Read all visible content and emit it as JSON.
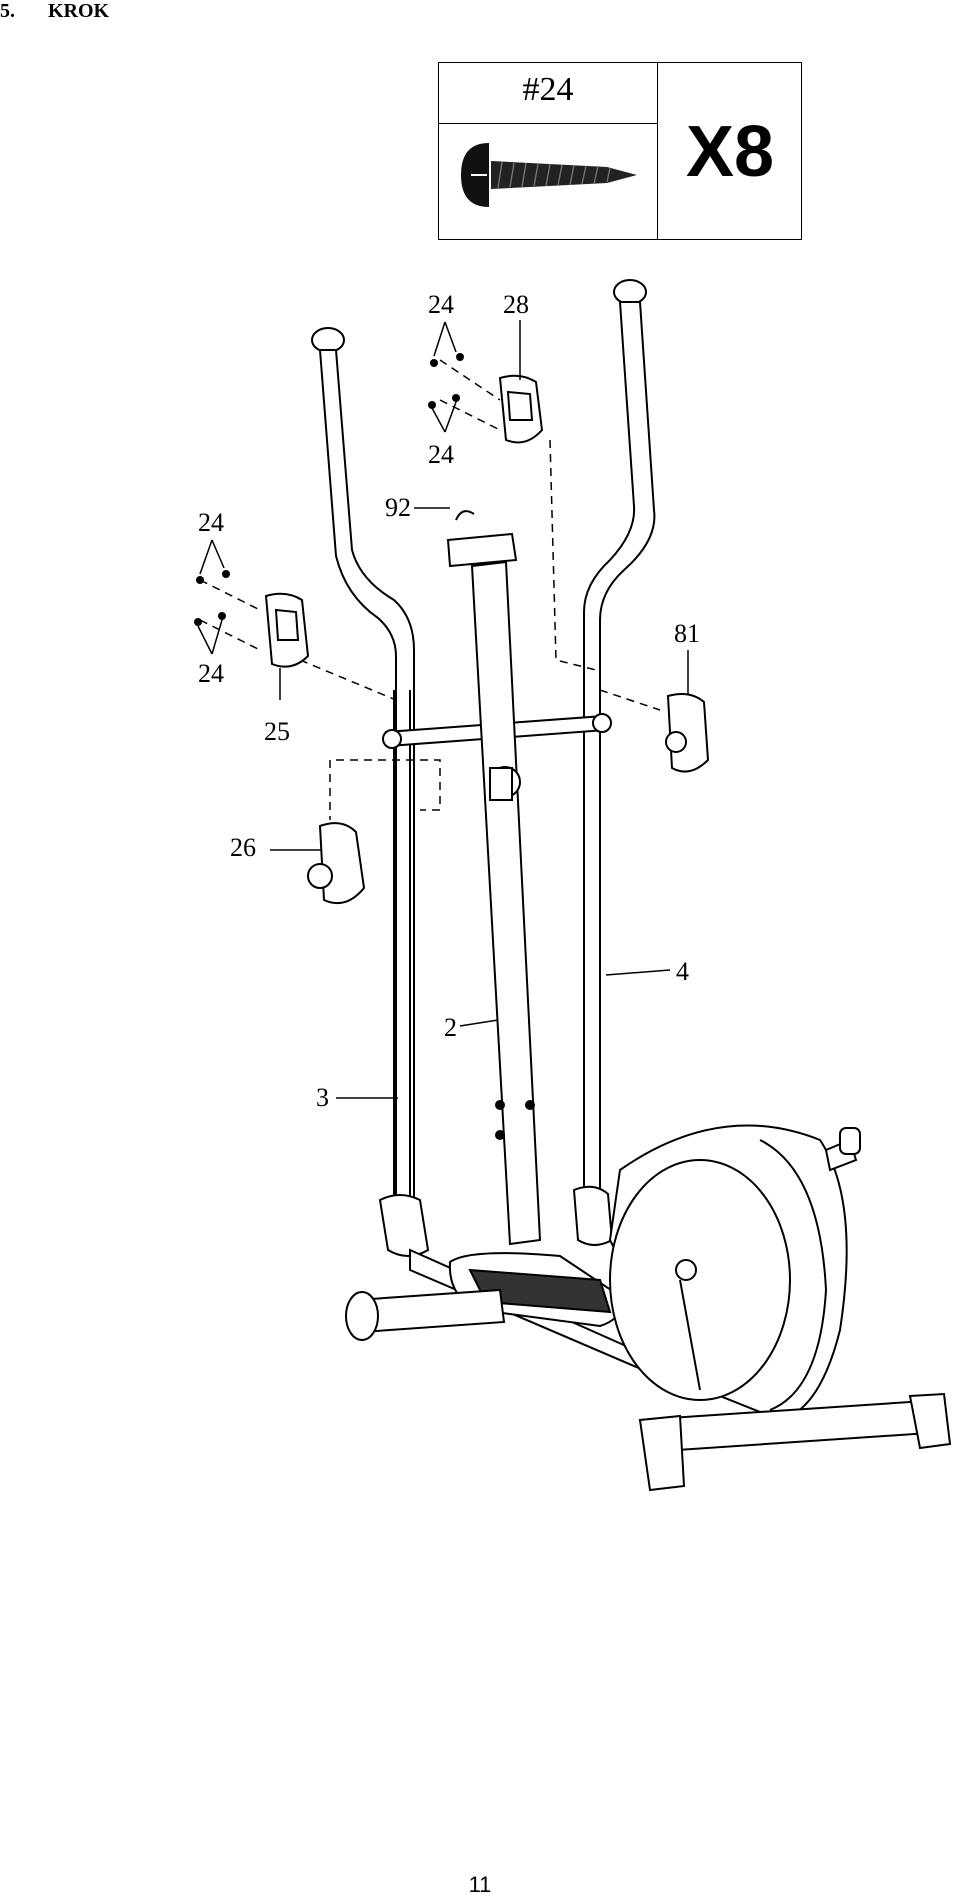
{
  "heading": {
    "number": "5.",
    "title": "KROK"
  },
  "parts_box": {
    "part_number": "#24",
    "quantity": "X8",
    "icon": "screw-icon"
  },
  "callouts": {
    "c24_top": "24",
    "c28": "28",
    "c24_top2": "24",
    "c92": "92",
    "c24_left": "24",
    "c24_left2": "24",
    "c81": "81",
    "c25": "25",
    "c26": "26",
    "c4": "4",
    "c2": "2",
    "c3": "3"
  },
  "page_number": "11"
}
